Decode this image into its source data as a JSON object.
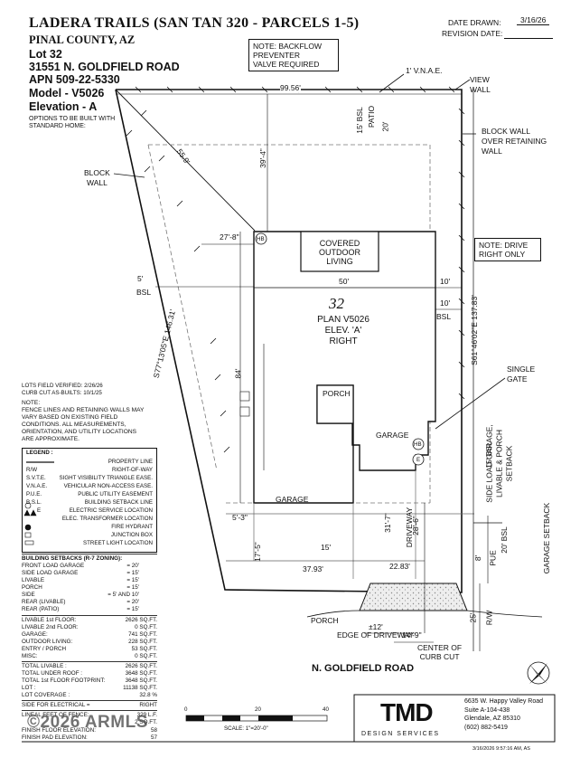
{
  "header": {
    "title": "LADERA TRAILS (SAN TAN 320 - PARCELS 1-5)",
    "county": "PINAL COUNTY, AZ",
    "lot": "Lot  32",
    "address": "31551 N. GOLDFIELD ROAD",
    "apn": "APN 509-22-5330",
    "model": "Model - V5026",
    "elevation": "Elevation - A",
    "options_note": "OPTIONS TO BE BUILT WITH STANDARD HOME:"
  },
  "dates": {
    "drawn_label": "DATE DRAWN:",
    "drawn_value": "3/16/26",
    "revision_label": "REVISION DATE:"
  },
  "callouts": {
    "backflow": [
      "NOTE: BACKFLOW",
      "PREVENTER",
      "VALVE REQUIRED"
    ],
    "vnae": "1' V.N.A.E.",
    "view_wall": [
      "VIEW",
      "WALL"
    ],
    "block_wall_retaining": [
      "BLOCK WALL",
      "OVER RETAINING",
      "WALL"
    ],
    "block_wall": [
      "BLOCK",
      "WALL"
    ],
    "drive_note": [
      "NOTE: DRIVE",
      "RIGHT ONLY"
    ],
    "single_gate": [
      "SINGLE",
      "GATE"
    ]
  },
  "dimensions": {
    "top": "99.56'",
    "diag": "55.9'",
    "front_depth": "39'-4\"",
    "patio_bsl": "15' BSL",
    "patio": "PATIO",
    "patio_depth": "20'",
    "side_left": "27'-8\"",
    "bsl5": "5'",
    "bsl": "BSL",
    "width50": "50'",
    "r10a": "10'",
    "r10b": "10'",
    "bsl_right": "BSL",
    "depth84": "84'",
    "left_bearing": "S77°13'05\"E 146.31'",
    "right_bearing": "S61°46'02\"E 137.83'",
    "d53": "5'-3\"",
    "d175": "17'-5\"",
    "d15": "15'",
    "d3793": "37.93'",
    "d2283": "22.83'",
    "d317": "31'-7\"",
    "driveway": "DRIVEWAY",
    "d286": "28'-6\"",
    "pm12": "±12'",
    "d149": "14'-9\"",
    "pue8": "8'",
    "pue": "PUE",
    "rw25": "25'",
    "rw": "R/W",
    "bsl15_side": "15' BSL",
    "side_setback": [
      "SIDE LOAD GARAGE,",
      "LIVABLE & PORCH",
      "SETBACK"
    ],
    "bsl20": "20' BSL",
    "garage_setback": "GARAGE SETBACK"
  },
  "house": {
    "covered_outdoor": [
      "COVERED",
      "OUTDOOR",
      "LIVING"
    ],
    "lot_number": "32",
    "plan": "PLAN V5026",
    "elev": "ELEV. 'A'",
    "hand": "RIGHT",
    "porch": "PORCH",
    "garage": "GARAGE",
    "garage2": "GARAGE",
    "hb": "HB",
    "e": "E"
  },
  "street": {
    "porch": "PORCH",
    "edge_driveway": "EDGE OF DRIVEWAY",
    "center_curb": [
      "CENTER OF",
      "CURB CUT"
    ],
    "name": "N. GOLDFIELD ROAD"
  },
  "verification": {
    "lots_field": "LOTS FIELD VERIFIED: 2/26/26",
    "curb_cut": "CURB CUT AS-BUILTS: 10/1/25"
  },
  "notes": {
    "title": "NOTE:",
    "body": [
      "FENCE LINES AND RETAINING WALLS MAY",
      "VARY BASED ON EXISTING FIELD",
      "CONDITIONS. ALL MEASUREMENTS,",
      "ORIENTATION, AND UTILITY LOCATIONS",
      "ARE APPROXIMATE."
    ]
  },
  "legend": {
    "title": "LEGEND :",
    "rows": [
      {
        "k": "",
        "v": "PROPERTY LINE"
      },
      {
        "k": "R/W",
        "v": "RIGHT-OF-WAY"
      },
      {
        "k": "S.V.T.E.",
        "v": "SIGHT VISIBILITY TRIANGLE EASE."
      },
      {
        "k": "V.N.A.E.",
        "v": "VEHICULAR NON-ACCESS EASE."
      },
      {
        "k": "P.U.E.",
        "v": "PUBLIC UTILITY EASEMENT"
      },
      {
        "k": "B.S.L.",
        "v": "BUILDING SETBACK LINE"
      },
      {
        "k": "E",
        "v": "ELECTRIC SERVICE LOCATION"
      },
      {
        "k": "",
        "v": "ELEC. TRANSFORMER LOCATION"
      },
      {
        "k": "",
        "v": "FIRE HYDRANT"
      },
      {
        "k": "",
        "v": "JUNCTION BOX"
      },
      {
        "k": "",
        "v": "STREET LIGHT LOCATION"
      }
    ]
  },
  "setbacks": {
    "title": "BUILDING SETBACKS (R-7 ZONING):",
    "rows": [
      {
        "k": "FRONT LOAD GARAGE",
        "v": "= 20'"
      },
      {
        "k": "SIDE LOAD GARAGE",
        "v": "= 15'"
      },
      {
        "k": "LIVABLE",
        "v": "= 15'"
      },
      {
        "k": "PORCH",
        "v": "= 15'"
      },
      {
        "k": "SIDE",
        "v": "= 5' AND 10'"
      },
      {
        "k": "REAR (LIVABLE)",
        "v": "= 20'"
      },
      {
        "k": "REAR (PATIO)",
        "v": "= 15'"
      }
    ]
  },
  "areas": {
    "rows": [
      {
        "k": "LIVABLE 1st FLOOR:",
        "v": "2626 SQ.FT."
      },
      {
        "k": "LIVABLE 2nd FLOOR:",
        "v": "0 SQ.FT."
      },
      {
        "k": "GARAGE:",
        "v": "741 SQ.FT."
      },
      {
        "k": "OUTDOOR LIVING:",
        "v": "228 SQ.FT."
      },
      {
        "k": "ENTRY / PORCH",
        "v": "53 SQ.FT."
      },
      {
        "k": "MISC:",
        "v": "0 SQ.FT."
      }
    ],
    "totals": [
      {
        "k": "TOTAL LIVABLE :",
        "v": "2626 SQ.FT."
      },
      {
        "k": "TOTAL UNDER ROOF :",
        "v": "3648 SQ.FT."
      },
      {
        "k": "TOTAL 1st FLOOR FOOTPRINT:",
        "v": "3648 SQ.FT."
      },
      {
        "k": "LOT :",
        "v": "11138 SQ.FT."
      },
      {
        "k": "LOT COVERAGE :",
        "v": "32.8 %"
      }
    ],
    "electrical": {
      "k": "SIDE FOR ELECTRICAL =",
      "v": "RIGHT"
    },
    "fence": [
      {
        "k": "LINEAL FEET OF FENCE:",
        "v": "329 L.F."
      },
      {
        "k": "",
        "v": "2 SQ.FT."
      },
      {
        "k": "FINISH FLOOR ELEVATION:",
        "v": "58"
      },
      {
        "k": "FINISH PAD ELEVATION:",
        "v": "57"
      }
    ]
  },
  "scale": {
    "ticks": [
      "0",
      "20",
      "40"
    ],
    "label": "SCALE:  1\"=20'-0\""
  },
  "company": {
    "logo": "TMD",
    "tagline": "DESIGN SERVICES",
    "address": [
      "6635 W. Happy Valley Road",
      "Suite A-104-438",
      "Glendale, AZ 85310",
      "(602) 882-5419"
    ]
  },
  "watermark": "©2026 ARMLS",
  "footer_stamp": "3/16/2026 9:57:16 AM, AS"
}
